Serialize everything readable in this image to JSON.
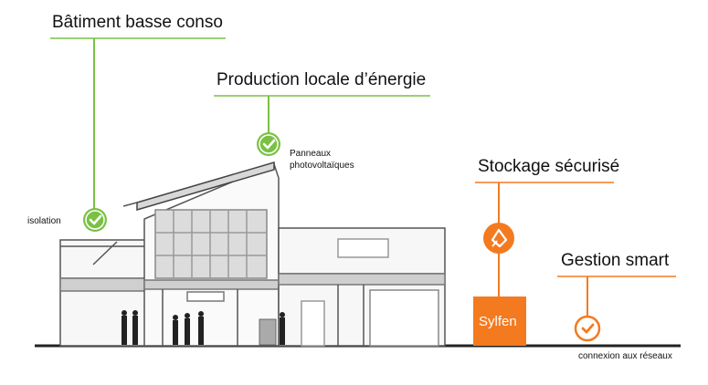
{
  "labels": {
    "building": "Bâtiment basse conso",
    "production": "Production locale d’énergie",
    "panels_line1": "Panneaux",
    "panels_line2": "photovoltaïques",
    "insulation": "isolation",
    "storage": "Stockage sécurisé",
    "smart": "Gestion smart",
    "grid": "connexion aux réseaux",
    "battery_brand": "Sylfen"
  },
  "colors": {
    "green": "#7ac143",
    "orange": "#f47a20",
    "text": "#111111",
    "building_line": "#555555"
  },
  "icons": [
    "check-circle-icon",
    "leaf-diamond-icon"
  ]
}
